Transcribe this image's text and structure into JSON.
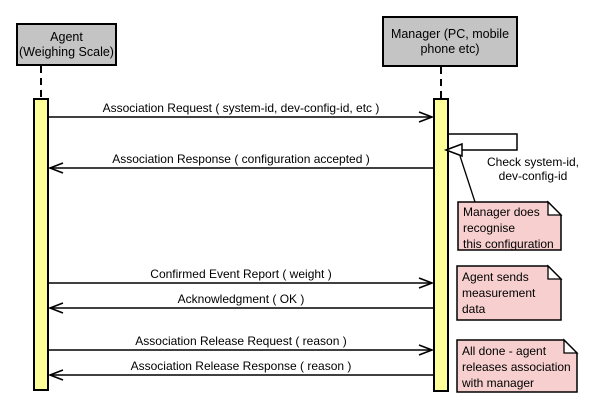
{
  "diagram_type": "uml-sequence-diagram",
  "actors": [
    {
      "id": "agent",
      "label": "Agent\n(Weighing Scale)"
    },
    {
      "id": "manager",
      "label": "Manager (PC, mobile\nphone etc)"
    }
  ],
  "messages": [
    {
      "label": "Association Request ( system-id, dev-config-id, etc )",
      "from": "agent",
      "to": "manager",
      "type": "call"
    },
    {
      "label": "Association Response ( configuration accepted )",
      "from": "manager",
      "to": "agent",
      "type": "return"
    },
    {
      "label": "Check system-id,\ndev-config-id",
      "from": "manager",
      "to": "manager",
      "type": "self"
    },
    {
      "label": "Confirmed Event Report ( weight )",
      "from": "agent",
      "to": "manager",
      "type": "call"
    },
    {
      "label": "Acknowledgment ( OK )",
      "from": "manager",
      "to": "agent",
      "type": "return"
    },
    {
      "label": "Association Release Request ( reason )",
      "from": "agent",
      "to": "manager",
      "type": "call"
    },
    {
      "label": "Association Release Response ( reason )",
      "from": "manager",
      "to": "agent",
      "type": "return"
    }
  ],
  "notes": [
    {
      "text": "Manager does\nrecognise\nthis configuration",
      "attached_to": "manager"
    },
    {
      "text": "Agent sends\nmeasurement\ndata",
      "attached_to": "manager"
    },
    {
      "text": "All done - agent\nreleases association\nwith manager",
      "attached_to": "manager"
    }
  ],
  "colors": {
    "actor_box": "#c4c4c4",
    "activation_bar": "#ffff99",
    "note_fill": "#f7cfcf",
    "line": "#000000",
    "background": "#ffffff"
  }
}
